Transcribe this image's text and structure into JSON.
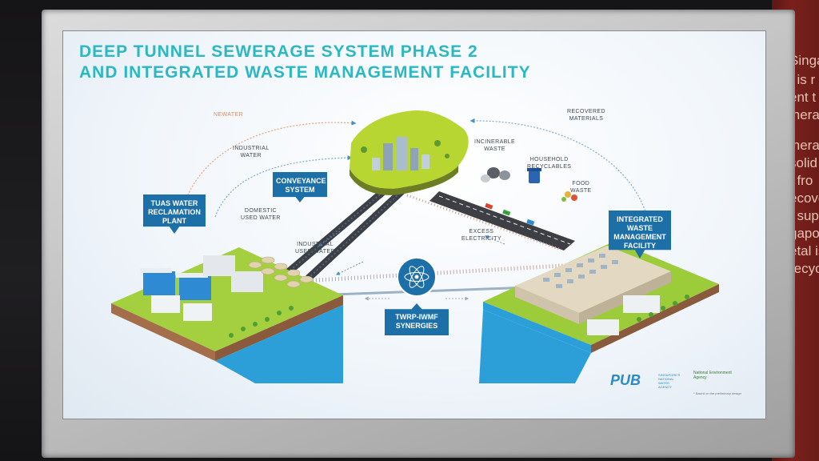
{
  "title": {
    "line1": "DEEP TUNNEL SEWERAGE SYSTEM PHASE 2",
    "line2": "AND INTEGRATED WASTE MANAGEMENT FACILITY"
  },
  "flow_labels": {
    "newater": "NEWATER",
    "industrial_water": "INDUSTRIAL\nWATER",
    "domestic_used_water": "DOMESTIC\nUSED WATER",
    "industrial_used_water": "INDUSTRIAL\nUSED WATER",
    "recovered_materials": "RECOVERED\nMATERIALS",
    "incinerable_waste": "INCINERABLE\nWASTE",
    "household_recyclables": "HOUSEHOLD\nRECYCLABLES",
    "food_waste": "FOOD\nWASTE",
    "excess_electricity": "EXCESS\nELECTRICITY"
  },
  "callouts": {
    "conveyance": "CONVEYANCE\nSYSTEM",
    "tuas": "TUAS WATER\nRECLAMATION\nPLANT",
    "iwmf": "INTEGRATED\nWASTE\nMANAGEMENT\nFACILITY",
    "synergies": "TWRP-IWMF\nSYNERGIES"
  },
  "logos": {
    "pub": "PUB",
    "pub_tagline": "SINGAPORE'S NATIONAL WATER AGENCY",
    "nea": "National Environment Agency",
    "footnote": "* Based on the preliminary design"
  },
  "wall_text": [
    "Singa",
    "t is r",
    "ent t",
    "inera",
    "inera",
    "solid",
    "t fro",
    "ecove",
    "t sup",
    "gapo",
    "etal is",
    "recycl"
  ],
  "colors": {
    "title": "#2bb8c3",
    "callout": "#1d6fa8",
    "water": "#2d9fd8",
    "grass": "#9ccc3a",
    "wall": "#6e1e1a"
  }
}
